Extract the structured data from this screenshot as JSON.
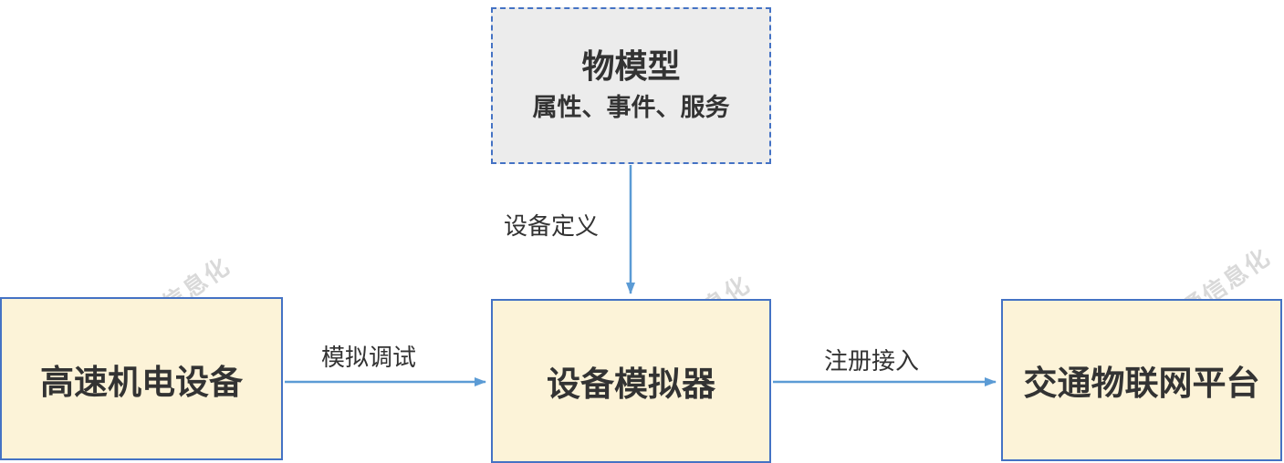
{
  "model": {
    "title": "物模型",
    "subtitle": "属性、事件、服务"
  },
  "nodes": {
    "left": {
      "label": "高速机电设备"
    },
    "center": {
      "label": "设备模拟器"
    },
    "right": {
      "label": "交通物联网平台"
    }
  },
  "edges": {
    "define": {
      "label": "设备定义"
    },
    "simulate": {
      "label": "模拟调试"
    },
    "register": {
      "label": "注册接入"
    }
  },
  "watermark": {
    "text": "中国交通信息化"
  },
  "colors": {
    "arrow": "#5b9bd5",
    "node_border": "#4472c4",
    "node_fill": "#fcf3d8",
    "model_border": "#4472c4",
    "model_fill": "#ececec",
    "text": "#333333",
    "watermark": "#c9c9c9"
  }
}
